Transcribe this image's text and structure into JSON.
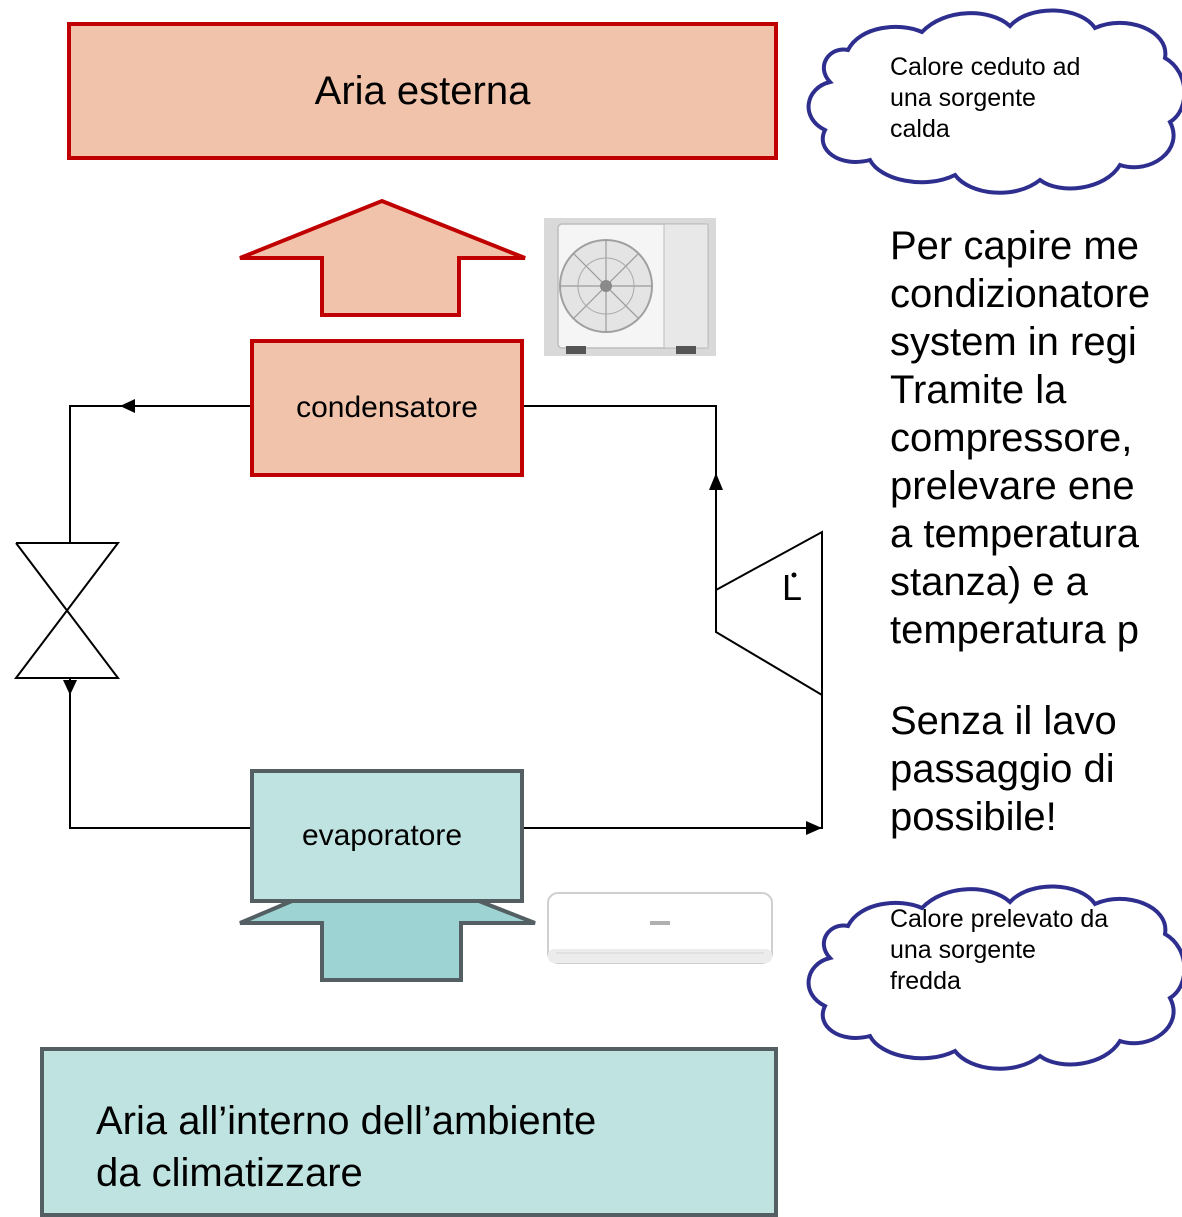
{
  "boxes": {
    "outside_air": "Aria esterna",
    "condenser": "condensatore",
    "evaporator": "evaporatore",
    "inside_air": [
      "Aria all’interno dell’ambiente",
      "da climatizzare"
    ]
  },
  "clouds": {
    "top": [
      "Calore ceduto ad",
      "una sorgente",
      "calda"
    ],
    "bottom": [
      "Calore prelevato da",
      "una sorgente",
      "fredda"
    ]
  },
  "work_symbol": "L",
  "paragraphs": {
    "first": [
      "Per capire me",
      "condizionatore",
      "system in regi",
      "Tramite    la",
      "compressore,",
      "prelevare ene",
      "a temperatura",
      "stanza)  e  a",
      "temperatura p"
    ],
    "second": [
      "Senza  il  lavo",
      "passaggio di",
      "possibile!"
    ]
  },
  "colors": {
    "hot_fill": "#f2c3ab",
    "hot_border": "#c00000",
    "cold_fill": "#bfe3e1",
    "cold_arrow_fill": "#9dd3d3",
    "cold_border": "#535f63",
    "cloud_stroke": "#2e2e8f"
  }
}
